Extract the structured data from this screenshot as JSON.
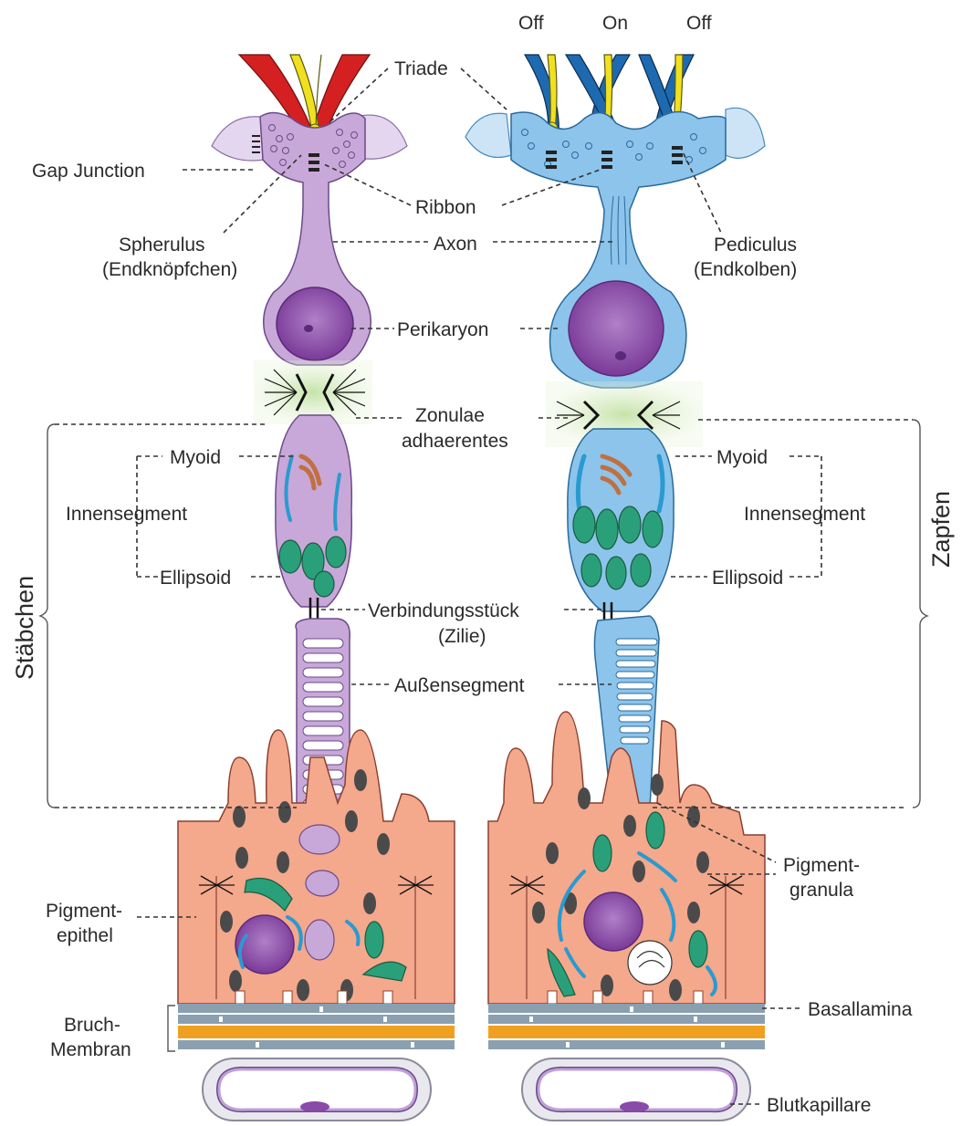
{
  "labels": {
    "off_left": "Off",
    "on": "On",
    "off_right": "Off",
    "triade": "Triade",
    "gap_junction": "Gap Junction",
    "ribbon": "Ribbon",
    "spherulus": "Spherulus",
    "endknoepfchen": "(Endknöpfchen)",
    "axon": "Axon",
    "pediculus": "Pediculus",
    "endkolben": "(Endkolben)",
    "perikaryon": "Perikaryon",
    "zonulae_1": "Zonulae",
    "zonulae_2": "adhaerentes",
    "myoid_left": "Myoid",
    "myoid_right": "Myoid",
    "innensegment_left": "Innensegment",
    "innensegment_right": "Innensegment",
    "ellipsoid_left": "Ellipsoid",
    "ellipsoid_right": "Ellipsoid",
    "verbindung_1": "Verbindungsstück",
    "verbindung_2": "(Zilie)",
    "aussensegment": "Außensegment",
    "staebchen": "Stäbchen",
    "zapfen": "Zapfen",
    "pigment_granula_1": "Pigment-",
    "pigment_granula_2": "granula",
    "pigment_epithel_1": "Pigment-",
    "pigment_epithel_2": "epithel",
    "bruch_1": "Bruch-",
    "bruch_2": "Membran",
    "basallamina": "Basallamina",
    "blutkapillare": "Blutkapillare"
  },
  "colors": {
    "rod": "#c8a8d8",
    "rod_stroke": "#6a4a8a",
    "cone": "#8cc4ec",
    "cone_stroke": "#2a6a9a",
    "nucleus": "#8a4aa8",
    "rpe": "#f4a88c",
    "rpe_stroke": "#8a4030",
    "mito": "#2aa07a",
    "granule": "#4a4a4a",
    "bipolar_red": "#d42020",
    "bipolar_blue": "#1e6ab0",
    "bipolar_yellow": "#f0e020",
    "zonula_glow": "#cfe8b8",
    "bruch_grey": "#8aa0b0",
    "bruch_orange": "#f0a020",
    "capillary": "#c0a0d8"
  },
  "icons": [
    "rod-photoreceptor-icon",
    "cone-photoreceptor-icon",
    "pigment-epithelium-icon",
    "capillary-icon"
  ]
}
